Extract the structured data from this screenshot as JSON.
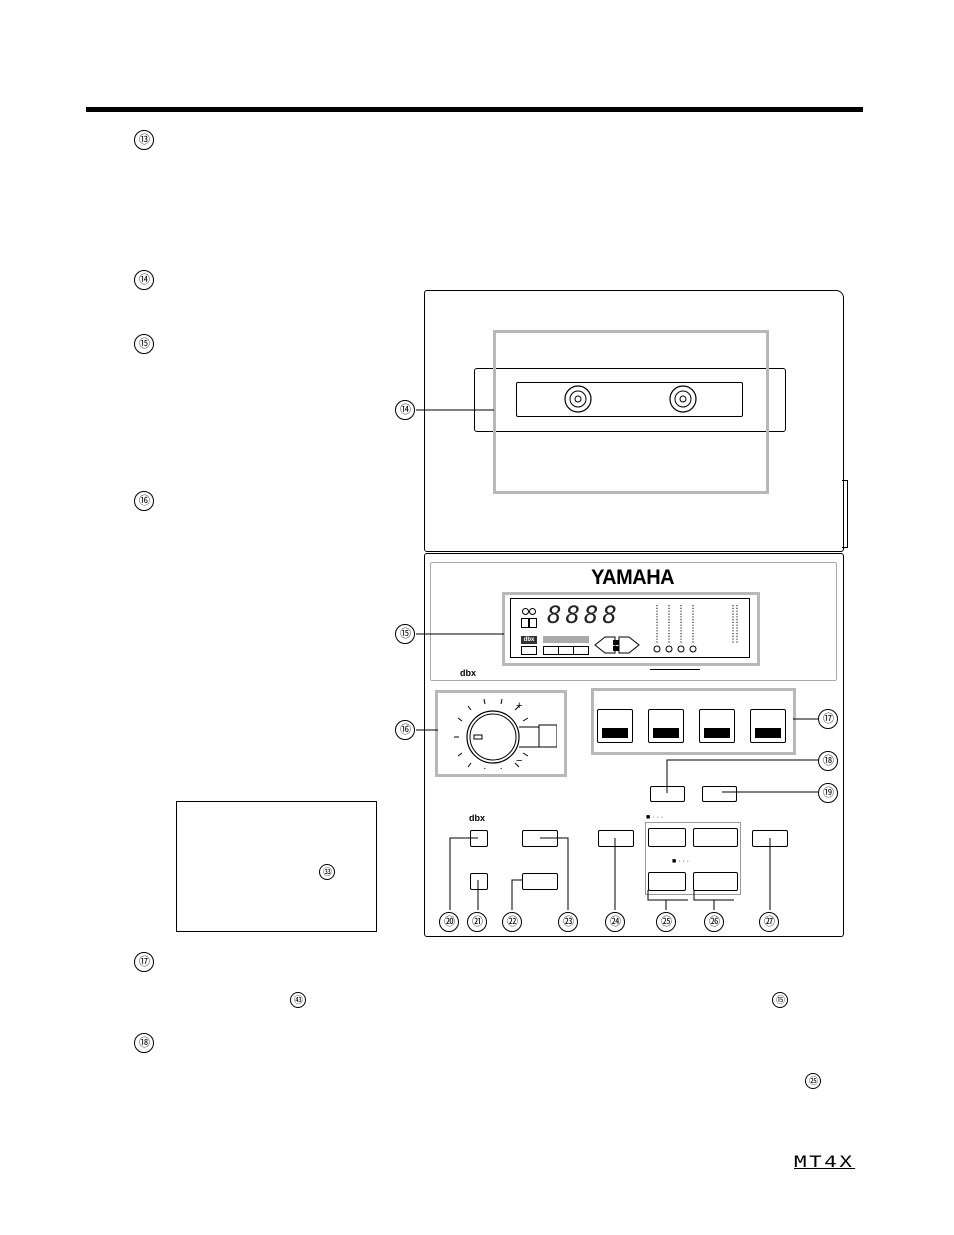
{
  "page": {
    "section_markers": [
      "⑬",
      "⑭",
      "⑮",
      "⑯",
      "⑰",
      "⑱"
    ],
    "inline_refs": {
      "note_ref": "㉝",
      "ref_43": "㊸",
      "ref_15": "⑮",
      "ref_25": "㉕"
    },
    "footer_model": "MT4X"
  },
  "figure": {
    "brand": "YAMAHA",
    "display": {
      "digits": "8888",
      "dbx_label": "dbx"
    },
    "panel_dbx_label": "dbx",
    "button_dbx_label": "dbx",
    "callouts": {
      "c14": "⑭",
      "c15": "⑮",
      "c16": "⑯",
      "c17": "⑰",
      "c18": "⑱",
      "c19": "⑲",
      "c20": "⑳",
      "c21": "㉑",
      "c22": "㉒",
      "c23": "㉓",
      "c24": "㉔",
      "c25": "㉕",
      "c26": "㉖",
      "c27": "㉗"
    },
    "knob_marks": {
      "plus": "+",
      "minus": "−"
    },
    "locate_marks": {
      "upper": "■ · · ·",
      "lower": "■ · · ·"
    }
  }
}
